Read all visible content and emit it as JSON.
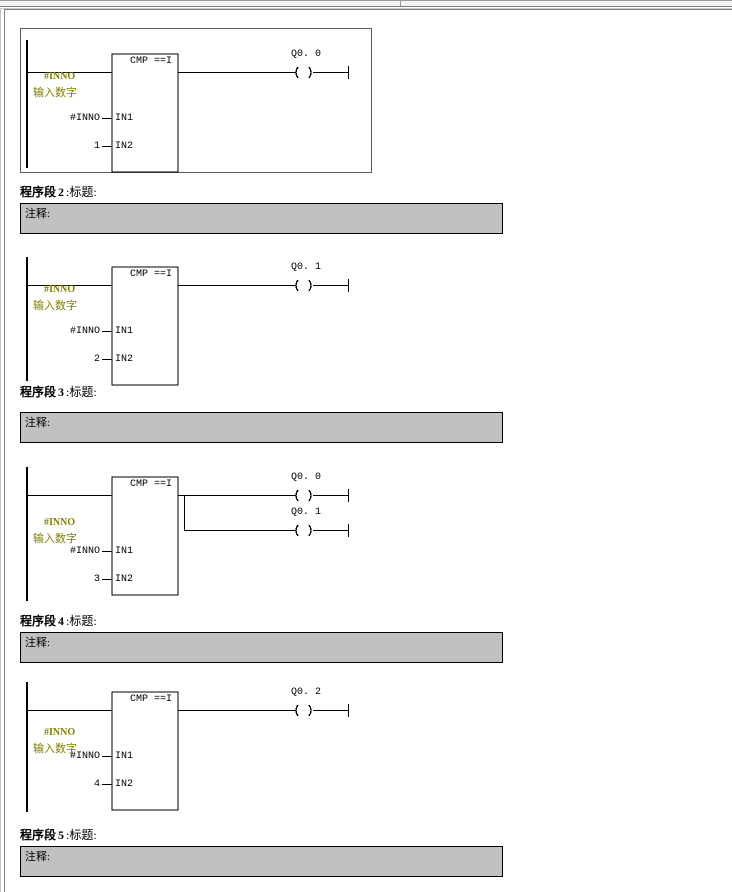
{
  "app": {
    "kind": "plc-ladder-editor",
    "language": "LAD"
  },
  "colors": {
    "symbol_text": "#808000",
    "comment_box": "#c0c0c0",
    "line": "#000000",
    "selection": "#5a5a5a"
  },
  "labels": {
    "network_prefix": "程序段",
    "network_sep": ":",
    "network_title": "标题:",
    "comment_label": "注释:",
    "box_title": "CMP ==I",
    "in1": "IN1",
    "in2": "IN2",
    "symbol_name": "#INNO",
    "symbol_comment": "输入数字",
    "in1_operand": "#INNO"
  },
  "networks": [
    {
      "index": 1,
      "selected": true,
      "title_visible": false,
      "comment_visible": false,
      "box": {
        "title": "CMP ==I",
        "in1": "#INNO",
        "in2": "1"
      },
      "coils": [
        {
          "operand": "Q0. 0"
        }
      ]
    },
    {
      "index": 2,
      "selected": false,
      "title_visible": true,
      "comment_visible": true,
      "header": {
        "prefix": "程序段",
        "number": "2",
        "sep": ":",
        "title": "标题:"
      },
      "comment": "注释:",
      "box": {
        "title": "CMP ==I",
        "in1": "#INNO",
        "in2": "2"
      },
      "coils": [
        {
          "operand": "Q0. 1"
        }
      ]
    },
    {
      "index": 3,
      "selected": false,
      "title_visible": true,
      "comment_visible": true,
      "header": {
        "prefix": "程序段",
        "number": "3",
        "sep": ":",
        "title": "标题:"
      },
      "comment": "注释:",
      "box": {
        "title": "CMP ==I",
        "in1": "#INNO",
        "in2": "3"
      },
      "coils": [
        {
          "operand": "Q0. 0"
        },
        {
          "operand": "Q0. 1"
        }
      ]
    },
    {
      "index": 4,
      "selected": false,
      "title_visible": true,
      "comment_visible": true,
      "header": {
        "prefix": "程序段",
        "number": "4",
        "sep": ":",
        "title": "标题:"
      },
      "comment": "注释:",
      "box": {
        "title": "CMP ==I",
        "in1": "#INNO",
        "in2": "4"
      },
      "coils": [
        {
          "operand": "Q0. 2"
        }
      ]
    },
    {
      "index": 5,
      "selected": false,
      "title_visible": true,
      "comment_visible": true,
      "header": {
        "prefix": "程序段",
        "number": "5",
        "sep": ":",
        "title": "标题:"
      },
      "comment": "注释:",
      "box": null,
      "coils": []
    }
  ]
}
